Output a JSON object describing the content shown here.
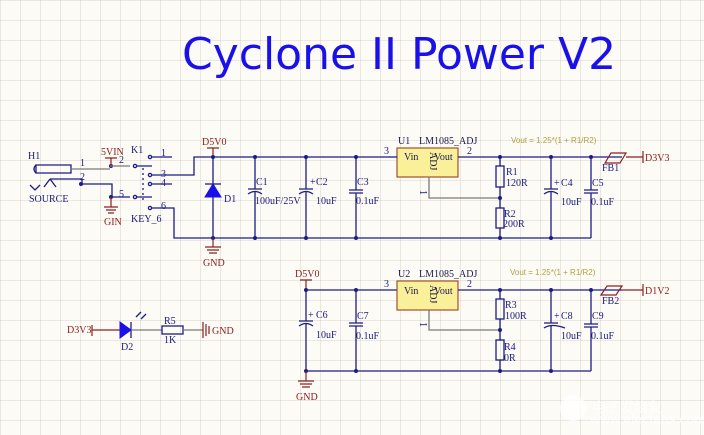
{
  "title": "Cyclone II Power V2",
  "colors": {
    "title": "#1a10e8",
    "wire": "#1c1c86",
    "net_label": "#8b2020",
    "ic_fill": "#fbf09a",
    "note": "#b0a040",
    "background": "#fdfbf6"
  },
  "connector": {
    "ref": "H1",
    "label": "SOURCE",
    "pins": [
      "1",
      "2"
    ]
  },
  "switch": {
    "ref": "K1",
    "part": "KEY_6",
    "pins": [
      "1",
      "2",
      "3",
      "4",
      "5",
      "6"
    ]
  },
  "nets": {
    "vin": "5VIN",
    "gin": "GIN",
    "d5v0_top": "D5V0",
    "gnd_top": "GND",
    "d5v0_bottom": "D5V0",
    "gnd_bottom": "GND",
    "d3v3_out": "D3V3",
    "d1v2_out": "D1V2",
    "led_in": "D3V3",
    "led_gnd": "GND"
  },
  "diode": {
    "ref": "D1"
  },
  "capacitors": [
    {
      "ref": "C1",
      "value": "100uF/25V",
      "polarized": true
    },
    {
      "ref": "C2",
      "value": "10uF",
      "polarized": true
    },
    {
      "ref": "C3",
      "value": "0.1uF",
      "polarized": false
    },
    {
      "ref": "C4",
      "value": "10uF",
      "polarized": true
    },
    {
      "ref": "C5",
      "value": "0.1uF",
      "polarized": false
    },
    {
      "ref": "C6",
      "value": "10uF",
      "polarized": true
    },
    {
      "ref": "C7",
      "value": "0.1uF",
      "polarized": false
    },
    {
      "ref": "C8",
      "value": "10uF",
      "polarized": true
    },
    {
      "ref": "C9",
      "value": "0.1uF",
      "polarized": false
    }
  ],
  "regulators": [
    {
      "ref": "U1",
      "part": "LM1085_ADJ",
      "pin_vin": "Vin",
      "pin_adj": "ADJ",
      "pin_vout": "Vout",
      "pin_in": "3",
      "pin_out": "2",
      "pin_gnd": "1",
      "note": "Vout = 1.25*(1 + R1/R2)"
    },
    {
      "ref": "U2",
      "part": "LM1085_ADJ",
      "pin_vin": "Vin",
      "pin_adj": "ADJ",
      "pin_vout": "Vout",
      "pin_in": "3",
      "pin_out": "2",
      "pin_gnd": "1",
      "note": "Vout = 1.25*(1 + R1/R2)"
    }
  ],
  "resistors": [
    {
      "ref": "R1",
      "value": "120R"
    },
    {
      "ref": "R2",
      "value": "200R"
    },
    {
      "ref": "R3",
      "value": "100R"
    },
    {
      "ref": "R4",
      "value": "0R"
    },
    {
      "ref": "R5",
      "value": "1K"
    }
  ],
  "ferrites": [
    {
      "ref": "FB1"
    },
    {
      "ref": "FB2"
    }
  ],
  "led": {
    "ref": "D2"
  },
  "watermark": {
    "text": "电子发烧友",
    "subtext": "www.elecfans.com"
  }
}
